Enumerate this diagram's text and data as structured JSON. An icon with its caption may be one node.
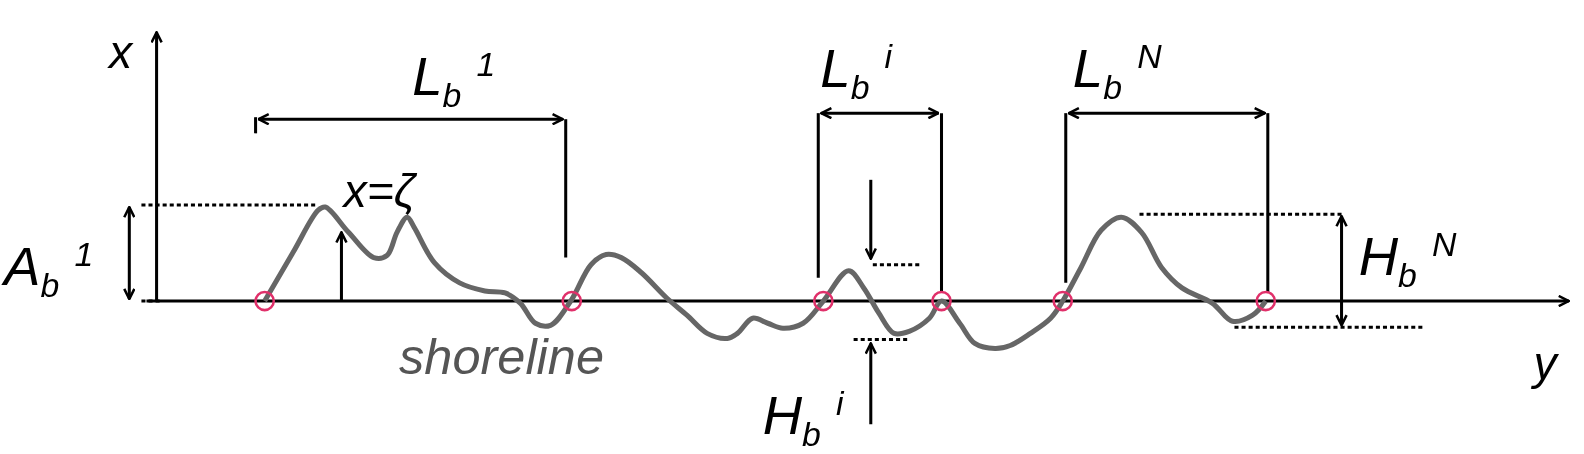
{
  "diagram": {
    "labels": [
      "x",
      "L$_{b}$ $^{1}$",
      "L$_{b}$ $^{i}$",
      "L$_{b}$ $^{N}$",
      "x=ζ",
      "A$_{b}$ $^{1}$",
      "H$_{b}$ $^{N}$",
      "shoreline",
      "H$_{b}$ $^{i}$",
      "y"
    ]
  }
}
